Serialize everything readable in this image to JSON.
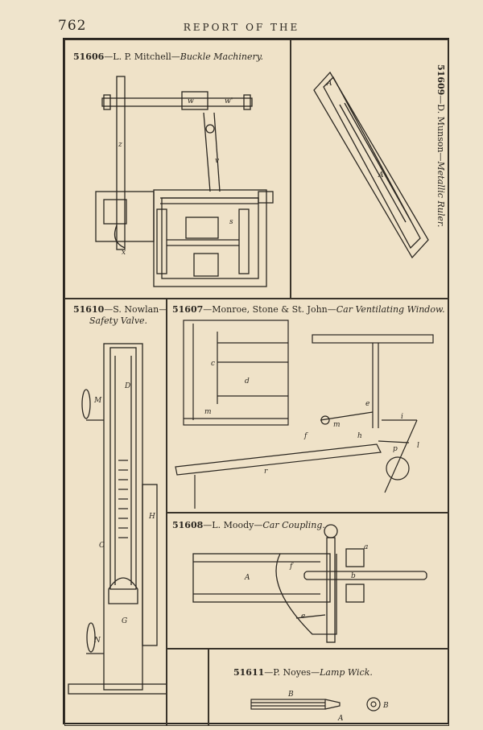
{
  "header": {
    "page_number": "762",
    "running_head": "REPORT OF THE"
  },
  "figures": [
    {
      "number": "51606",
      "sep": "—",
      "inventor": "L. P. Mitchell—",
      "title": "Buckle Machinery."
    },
    {
      "number": "51609",
      "sep": "—",
      "inventor": "D. Munson—",
      "title": "Metallic Ruler."
    },
    {
      "number": "51610",
      "sep": "—",
      "inventor": "S. Nowlan—",
      "title": "Safety Valve."
    },
    {
      "number": "51607",
      "sep": "—",
      "inventor": "Monroe, Stone & St. John—",
      "title": "Car Ventilating Window."
    },
    {
      "number": "51608",
      "sep": "—",
      "inventor": "L. Moody—",
      "title": "Car Coupling."
    },
    {
      "number": "51611",
      "sep": "—",
      "inventor": "P. Noyes—",
      "title": "Lamp Wick."
    }
  ],
  "labels": {
    "buckle": [
      "w",
      "w'",
      "z",
      "v",
      "s",
      "x"
    ],
    "ruler": [
      "A",
      "A"
    ],
    "valve": [
      "M",
      "D",
      "C",
      "H",
      "G",
      "N"
    ],
    "window": [
      "c",
      "d",
      "m",
      "f",
      "m",
      "h",
      "e",
      "i",
      "p",
      "l",
      "r"
    ],
    "coupling": [
      "a",
      "A",
      "f",
      "b",
      "e"
    ],
    "wick": [
      "B",
      "A",
      "B"
    ]
  }
}
